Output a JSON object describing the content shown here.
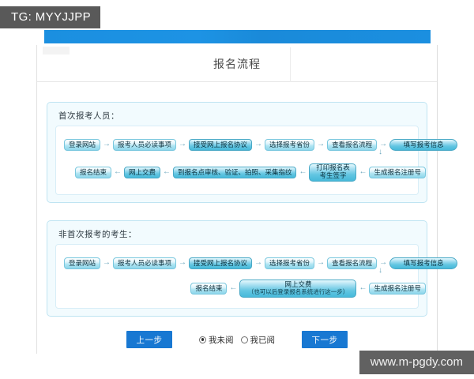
{
  "overlay": {
    "tg_badge": "TG: MYYJJPP",
    "watermark": "www.m-pgdy.com"
  },
  "header": {
    "title": "报名流程"
  },
  "sections": [
    {
      "heading": "首次报考人员：",
      "row1": [
        "登录网站",
        "报考人员必读事项",
        "接受网上报名协议",
        "选择报考省份",
        "查看报名流程",
        "填写报考信息"
      ],
      "row2": [
        "报名结束",
        "网上交费",
        "到报名点审核、验证、拍照、采集指纹",
        "打印报名表",
        "考生签字",
        "生成报名注册号"
      ]
    },
    {
      "heading": "非首次报考的考生：",
      "row1": [
        "登录网站",
        "报考人员必读事项",
        "接受网上报名协议",
        "选择报考省份",
        "查看报名流程",
        "填写报考信息"
      ],
      "row2": [
        "报名结束",
        "网上交费",
        "（也可以后登录报名系统进行这一步）",
        "生成报名注册号"
      ]
    }
  ],
  "footer": {
    "prev_label": "上一步",
    "next_label": "下一步",
    "radio_unread": "我未阅",
    "radio_read": "我已阅"
  },
  "icons": {
    "arrow_right": "→",
    "arrow_left": "←",
    "arrow_down": "↓"
  },
  "colors": {
    "topbar_blue": "#1b8fe0",
    "button_blue": "#1878d2",
    "node_cyan": "#8ed6eb",
    "node_strong": "#46b9da",
    "panel_bg": "#f2fbfe",
    "panel_border": "#bfe4f2",
    "badge_gray": "#595959"
  }
}
